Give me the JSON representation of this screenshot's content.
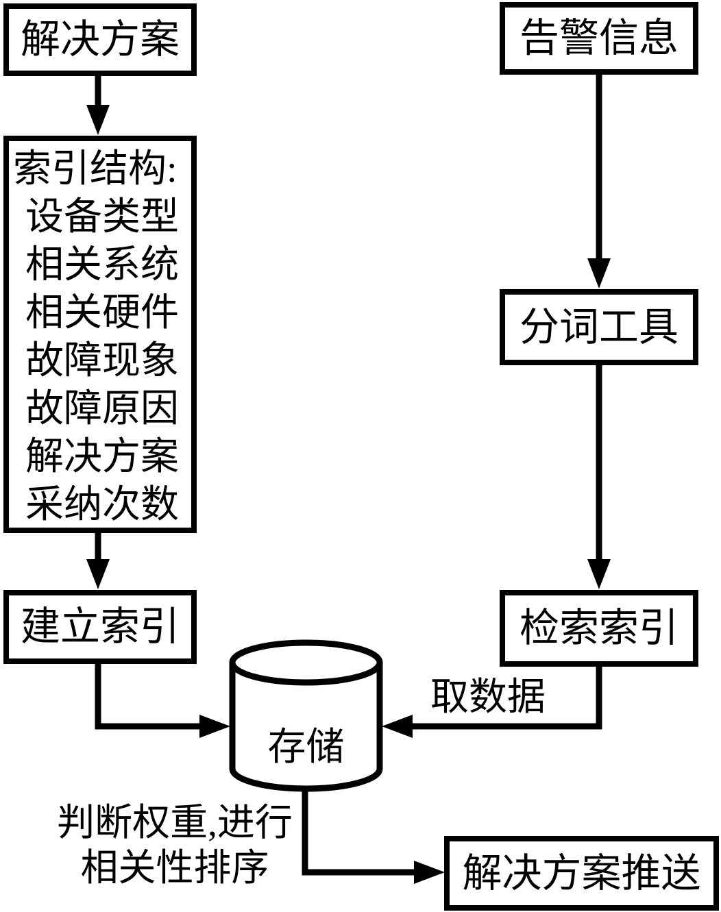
{
  "nodes": {
    "solution": {
      "label": "解决方案"
    },
    "index_structure": {
      "title": "索引结构:",
      "fields": [
        "设备类型",
        "相关系统",
        "相关硬件",
        "故障现象",
        "故障原因",
        "解决方案",
        "采纳次数"
      ]
    },
    "build_index": {
      "label": "建立索引"
    },
    "alarm_info": {
      "label": "告警信息"
    },
    "word_segmentation": {
      "label": "分词工具"
    },
    "search_index": {
      "label": "检索索引"
    },
    "storage": {
      "label": "存储"
    },
    "solution_push": {
      "label": "解决方案推送"
    }
  },
  "edge_labels": {
    "fetch_data": "取数据",
    "weight_sort_line1": "判断权重,进行",
    "weight_sort_line2": "相关性排序"
  },
  "colors": {
    "stroke": "#000000",
    "fill": "#ffffff",
    "text": "#000000"
  }
}
